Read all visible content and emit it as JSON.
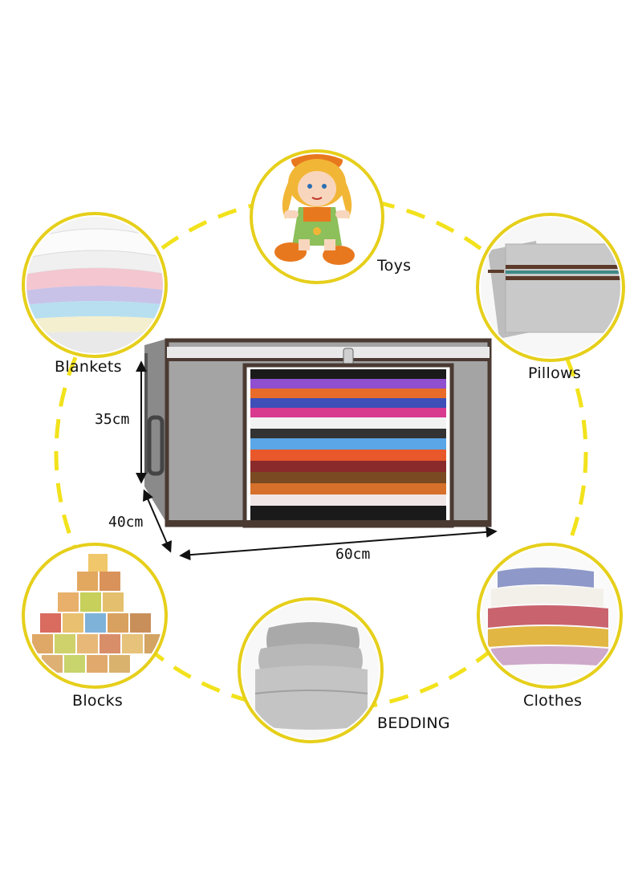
{
  "categories": {
    "toys": "Toys",
    "blankets": "Blankets",
    "pillows": "Pillows",
    "blocks": "Blocks",
    "bedding": "BEDDING",
    "clothes": "Clothes"
  },
  "dimensions": {
    "height": "35cm",
    "depth": "40cm",
    "width": "60cm"
  },
  "colors": {
    "ring": "#f2e21c",
    "circle_border": "#e6cf1b",
    "bag_body": "#9a9a9a",
    "bag_trim": "#4a3a32"
  }
}
